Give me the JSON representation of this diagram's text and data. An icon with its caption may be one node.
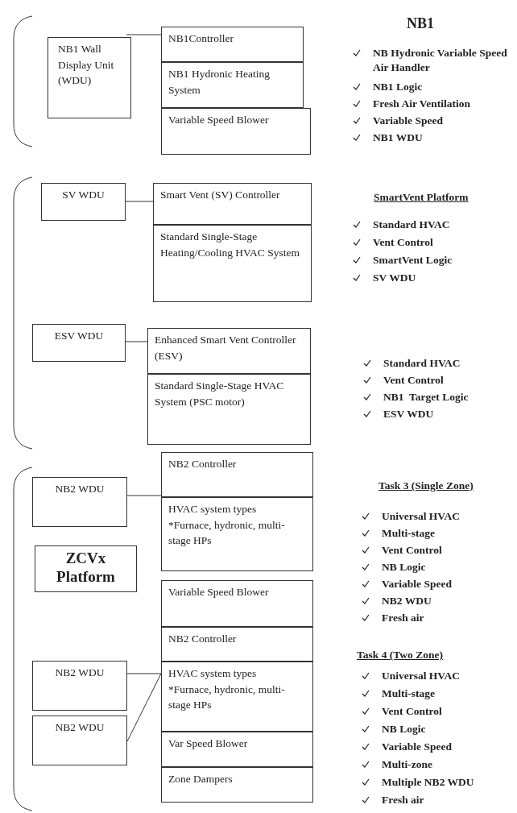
{
  "diagram": {
    "nodes": [
      {
        "text": [
          "NB1 Wall Display Unit (WDU)"
        ]
      },
      {
        "text": [
          "NB1Controller"
        ]
      },
      {
        "text": [
          "NB1 Hydronic Heating System"
        ]
      },
      {
        "text": [
          "Variable Speed Blower"
        ]
      },
      {
        "text": [
          "SV WDU"
        ]
      },
      {
        "text": [
          "Smart Vent (SV) Controller"
        ]
      },
      {
        "text": [
          "Standard Single-Stage Heating/Cooling HVAC System"
        ]
      },
      {
        "text": [
          "ESV WDU"
        ]
      },
      {
        "text": [
          "Enhanced Smart Vent Controller (ESV)"
        ]
      },
      {
        "text": [
          "Standard Single-Stage HVAC System (PSC motor)"
        ]
      },
      {
        "text": [
          "NB2 WDU"
        ]
      },
      {
        "text": [
          "NB2 Controller"
        ]
      },
      {
        "text": [
          "HVAC system types",
          "*Furnace, hydronic, multi-stage HPs"
        ]
      },
      {
        "text": [
          "ZCVx Platform"
        ]
      },
      {
        "text": [
          "Variable Speed Blower"
        ]
      },
      {
        "text": [
          "NB2 Controller"
        ]
      },
      {
        "text": [
          "HVAC system types",
          "*Furnace, hydronic, multi-stage HPs"
        ]
      },
      {
        "text": [
          "NB2 WDU"
        ]
      },
      {
        "text": [
          "NB2 WDU"
        ]
      },
      {
        "text": [
          "Var Speed Blower"
        ]
      },
      {
        "text": [
          "Zone Dampers"
        ]
      }
    ],
    "edges": [
      {
        "from": 0,
        "to": 1,
        "arrow": "none"
      },
      {
        "from": 4,
        "to": 5,
        "arrow": "none"
      },
      {
        "from": 7,
        "to": 8,
        "arrow": "none"
      },
      {
        "from": 10,
        "to": 11,
        "arrow": "none"
      },
      {
        "from": 17,
        "to": 16,
        "arrow": "none"
      },
      {
        "from": 18,
        "to": 16,
        "arrow": "none"
      }
    ],
    "labels": [
      "NB1",
      "NB Hydronic Variable Speed Air Handler",
      "NB1 Logic",
      "Fresh Air Ventilation",
      "Variable Speed",
      "NB1 WDU",
      "SmartVent Platform",
      "Standard HVAC",
      "Vent Control",
      "SmartVent Logic",
      "SV WDU",
      "Standard HVAC",
      "Vent Control",
      "NB1  Target Logic",
      "ESV WDU",
      "Task 3 (Single Zone)",
      "Universal HVAC",
      "Multi-stage",
      "Vent Control",
      "NB Logic",
      "Variable Speed",
      "NB2 WDU",
      "Fresh air",
      "Task 4 (Two Zone)",
      "Universal HVAC",
      "Multi-stage",
      "Vent Control",
      "NB Logic",
      "Variable Speed",
      "Multi-zone",
      "Multiple NB2 WDU",
      "Fresh air"
    ]
  }
}
